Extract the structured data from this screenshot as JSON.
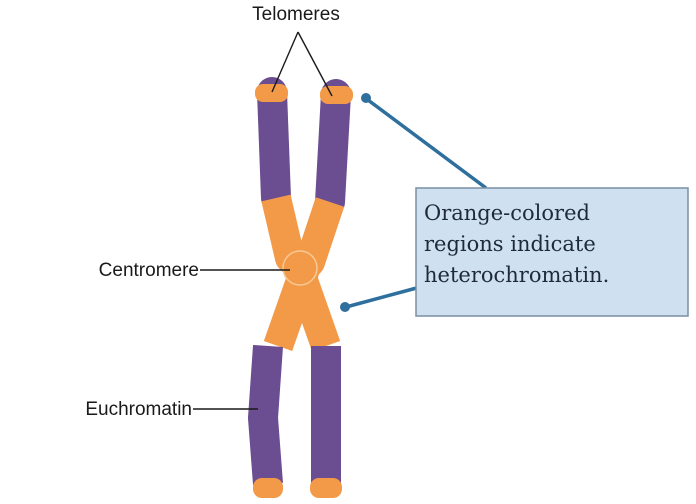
{
  "labels": {
    "telomeres": "Telomeres",
    "centromere": "Centromere",
    "euchromatin": "Euchromatin"
  },
  "callout": {
    "lines": [
      "Orange-colored",
      "regions indicate",
      "heterochromatin."
    ]
  },
  "colors": {
    "heterochromatin": "#f39a48",
    "euchromatin": "#6b4d91",
    "callout_fill": "#cfe0f1",
    "callout_border": "#7c8fa6",
    "arrow": "#2e6f9e"
  }
}
